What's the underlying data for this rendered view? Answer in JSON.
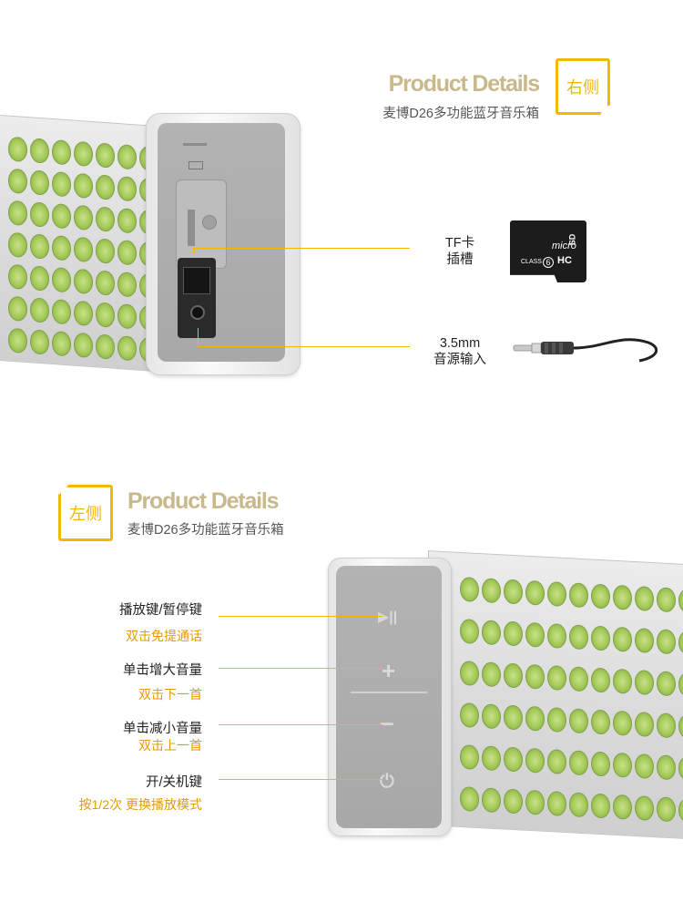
{
  "top_section": {
    "title": "Product Details",
    "badge": "右侧",
    "subtitle": "麦博D26多功能蓝牙音乐箱",
    "callouts": [
      {
        "label_line1": "TF卡",
        "label_line2": "插槽",
        "icon": "micro-sd-card-icon"
      },
      {
        "label_line1": "3.5mm",
        "label_line2": "音源输入",
        "icon": "audio-cable-icon"
      }
    ],
    "sd_card": {
      "brand": "micro",
      "class_label": "CLASS",
      "class_num": "6",
      "sd": "SD",
      "hc": "HC"
    }
  },
  "bottom_section": {
    "title": "Product Details",
    "badge": "左侧",
    "subtitle": "麦博D26多功能蓝牙音乐箱",
    "buttons": [
      {
        "name": "播放键/暂停键",
        "desc": "双击免提通话",
        "icon": "play-pause-icon"
      },
      {
        "name": "单击增大音量",
        "desc": "双击下一首",
        "icon": "plus-icon"
      },
      {
        "name": "单击减小音量",
        "desc": "双击上一首",
        "icon": "minus-icon"
      },
      {
        "name": "开/关机键",
        "desc": "按1/2次 更换播放模式",
        "icon": "power-icon"
      }
    ]
  },
  "colors": {
    "accent": "#f2b800",
    "title_gold": "#c8b88a",
    "desc_orange": "#e69b00",
    "grille_green": "#a8cc5c"
  }
}
